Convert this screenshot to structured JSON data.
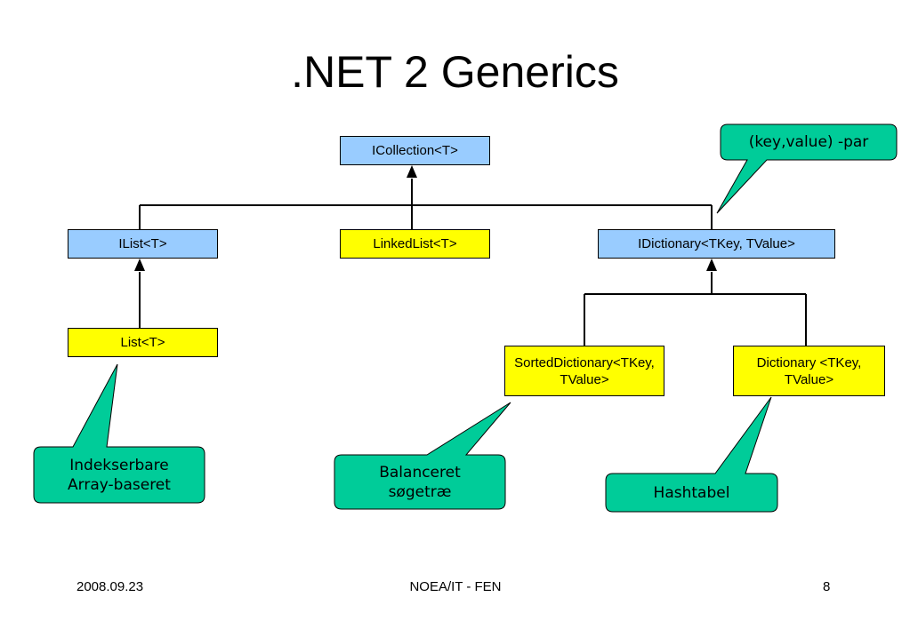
{
  "slide": {
    "title": ".NET 2 Generics"
  },
  "nodes": {
    "icollection": "ICollection<T>",
    "ilist": "IList<T>",
    "linkedlist": "LinkedList<T>",
    "idictionary": "IDictionary<TKey, TValue>",
    "list": "List<T>",
    "sorteddictionary": "SortedDictionary<TKey, TValue>",
    "dictionary": "Dictionary <TKey, TValue>"
  },
  "callouts": {
    "keyvalue": "(key,value) -par",
    "indekserbare": "Indekserbare Array-baseret",
    "balanceret": "Balanceret søgetræ",
    "hashtabel": "Hashtabel"
  },
  "colors": {
    "interface": "#99ccff",
    "class": "#ffff00",
    "callout": "#00cc99"
  },
  "footer": {
    "date": "2008.09.23",
    "center": "NOEA/IT - FEN",
    "page": "8"
  }
}
